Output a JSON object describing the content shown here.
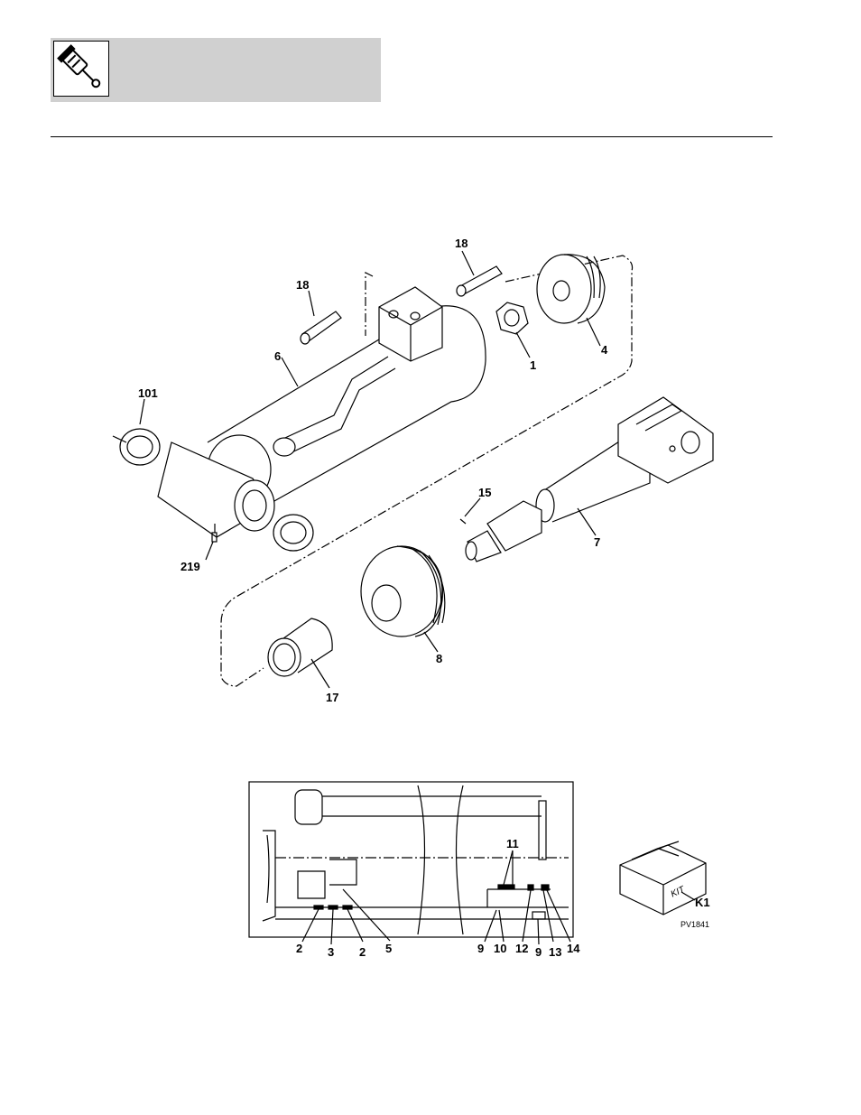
{
  "header": {
    "icon": "hydraulic-cylinder-icon"
  },
  "callouts": {
    "c1": "1",
    "c4": "4",
    "c6": "6",
    "c7": "7",
    "c8": "8",
    "c15": "15",
    "c17": "17",
    "c18a": "18",
    "c18b": "18",
    "c101": "101",
    "c219": "219",
    "s2a": "2",
    "s3": "3",
    "s2b": "2",
    "s5": "5",
    "s9a": "9",
    "s10": "10",
    "s11": "11",
    "s12": "12",
    "s9b": "9",
    "s13": "13",
    "s14": "14",
    "k1": "K1"
  },
  "kit_label": "KIT",
  "figure_id": "PV1841"
}
